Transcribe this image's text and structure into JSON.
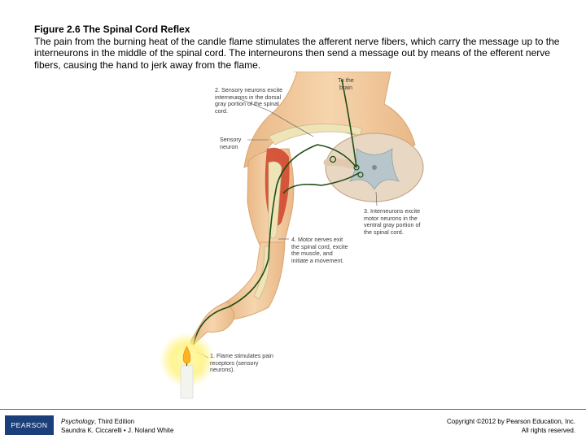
{
  "figure": {
    "title": "Figure 2.6 The Spinal Cord Reflex",
    "caption": "The pain from the burning heat of the candle flame stimulates the afferent nerve fibers, which carry the message up to the interneurons in the middle of the spinal cord. The interneurons then send a message out by means of the efferent nerve fibers, causing the hand to jerk away from the flame."
  },
  "labels": {
    "to_brain": "To the brain",
    "step2": "2. Sensory neurons excite interneurons in the dorsal gray portion of the spinal cord.",
    "sensory_neuron": "Sensory neuron",
    "step3": "3. Interneurons excite motor neurons in the ventral gray portion of the spinal cord.",
    "step4": "4. Motor nerves exit the spinal cord, excite the muscle, and initiate a movement.",
    "step1": "1. Flame stimulates pain receptors (sensory neurons)."
  },
  "footer": {
    "logo": "PEARSON",
    "book_title": "Psychology",
    "edition": ", Third Edition",
    "authors": "Saundra K. Ciccarelli • J. Noland White",
    "copyright": "Copyright ©2012 by Pearson Education, Inc.",
    "rights": "All rights reserved."
  },
  "colors": {
    "skin": "#f1c99a",
    "muscle": "#d0452c",
    "bone": "#efe3b8",
    "nerve": "#1f4d12",
    "cord_white": "#e8d7c3",
    "cord_gray": "#b8c6cc",
    "flame_glow": "#fff27a",
    "footer_logo_bg": "#1c3f7a"
  }
}
